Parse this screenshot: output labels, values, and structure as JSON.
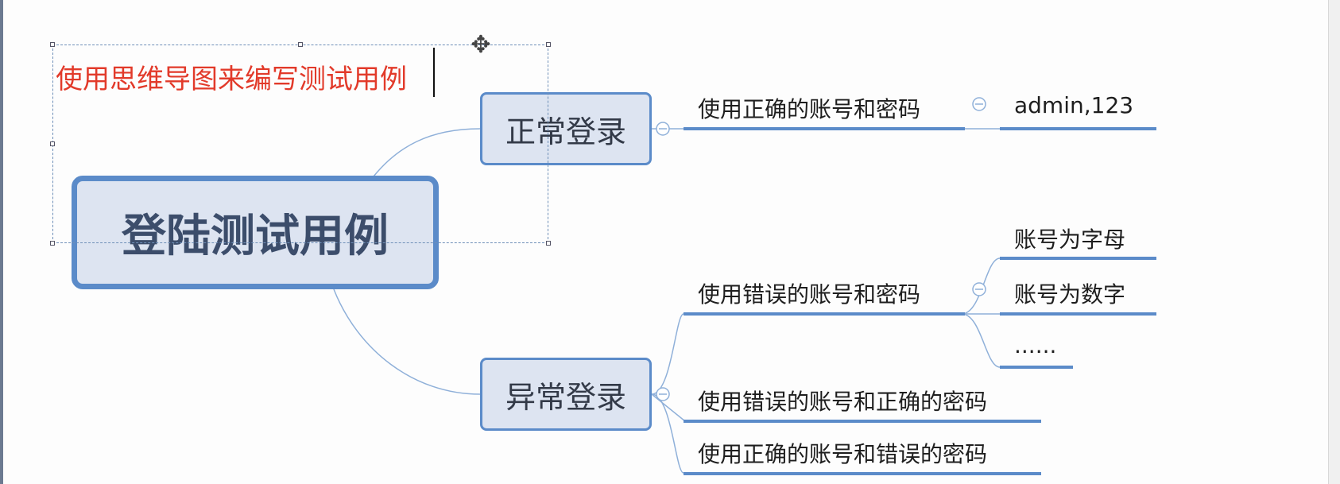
{
  "title_text": "使用思维导图来编写测试用例",
  "root": {
    "label": "登陆测试用例"
  },
  "branches": [
    {
      "label": "正常登录",
      "cases": [
        {
          "label": "使用正确的账号和密码",
          "details": [
            "admin,123"
          ]
        }
      ]
    },
    {
      "label": "异常登录",
      "cases": [
        {
          "label": "使用错误的账号和密码",
          "details": [
            "账号为字母",
            "账号为数字",
            "......"
          ]
        },
        {
          "label": "使用错误的账号和正确的密码",
          "details": []
        },
        {
          "label": "使用正确的账号和错误的密码",
          "details": []
        }
      ]
    }
  ],
  "icons": {
    "collapse": "collapse-toggle-icon",
    "move": "move-cursor-icon"
  },
  "colors": {
    "node_border": "#5b8bc9",
    "node_fill": "#dde4f1",
    "underline": "#5b8bc9",
    "connector": "#8fb0d9",
    "title_text": "#e23a2a",
    "selection": "#6e8fb8"
  }
}
